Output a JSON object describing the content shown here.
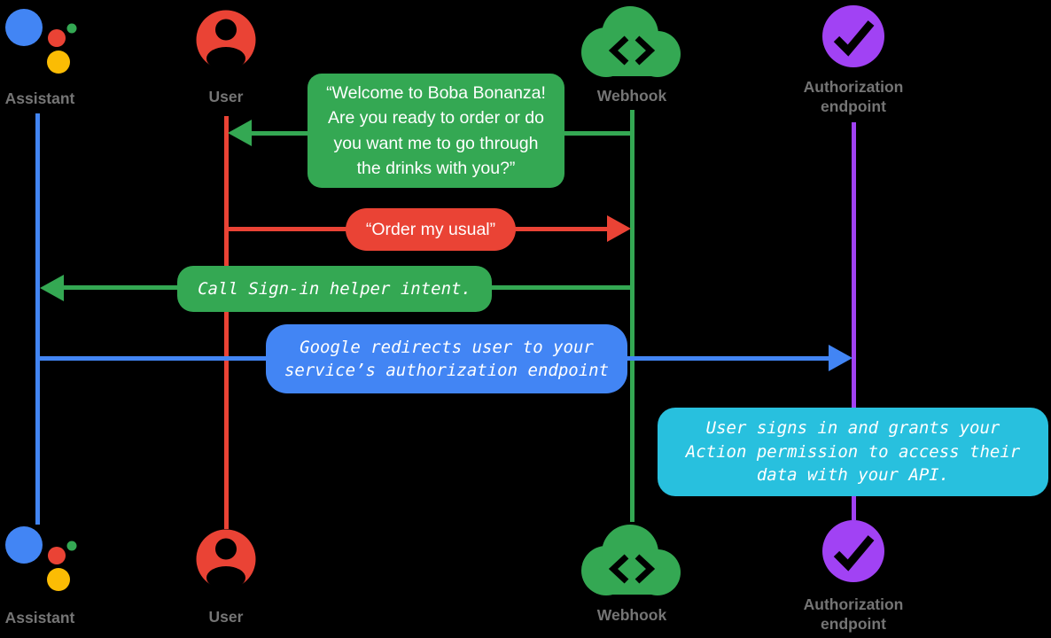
{
  "diagram_title": "Account linking sign-in flow sequence diagram",
  "background": "#000000",
  "colors": {
    "assistant_blue": "#4285f4",
    "user_red": "#ea4335",
    "webhook_green": "#34a853",
    "auth_purple": "#a142f4",
    "note_cyan": "#28c0de",
    "assistant_yellow": "#fbbc04",
    "assistant_green_dot": "#34a853",
    "label_gray": "#757575",
    "bubble_text": "#ffffff"
  },
  "actors": [
    {
      "id": "assistant",
      "label": "Assistant",
      "icon": "google-assistant-icon",
      "color": "#4285f4"
    },
    {
      "id": "user",
      "label": "User",
      "icon": "person-icon",
      "color": "#ea4335"
    },
    {
      "id": "webhook",
      "label": "Webhook",
      "icon": "cloud-code-icon",
      "color": "#34a853"
    },
    {
      "id": "auth-endpoint",
      "label": "Authorization",
      "label2": "endpoint",
      "icon": "checkmark-circle-icon",
      "color": "#a142f4"
    }
  ],
  "messages": [
    {
      "from": "webhook",
      "to": "user",
      "kind": "speech",
      "color": "#34a853",
      "lines": [
        "“Welcome to Boba Bonanza!",
        "Are you ready to order or do",
        "you want me to go through",
        "the drinks with you?”"
      ]
    },
    {
      "from": "user",
      "to": "webhook",
      "kind": "speech",
      "color": "#ea4335",
      "lines": [
        "“Order my usual”"
      ]
    },
    {
      "from": "webhook",
      "to": "assistant",
      "kind": "code",
      "color": "#34a853",
      "lines": [
        "Call Sign-in helper intent."
      ]
    },
    {
      "from": "assistant",
      "to": "auth-endpoint",
      "kind": "code",
      "color": "#4285f4",
      "lines": [
        "Google redirects user to your",
        "service’s authorization endpoint"
      ]
    },
    {
      "at": "auth-endpoint",
      "kind": "note",
      "color": "#28c0de",
      "lines": [
        "User signs in and grants your",
        "Action permission to access their",
        "data with your API."
      ]
    }
  ]
}
